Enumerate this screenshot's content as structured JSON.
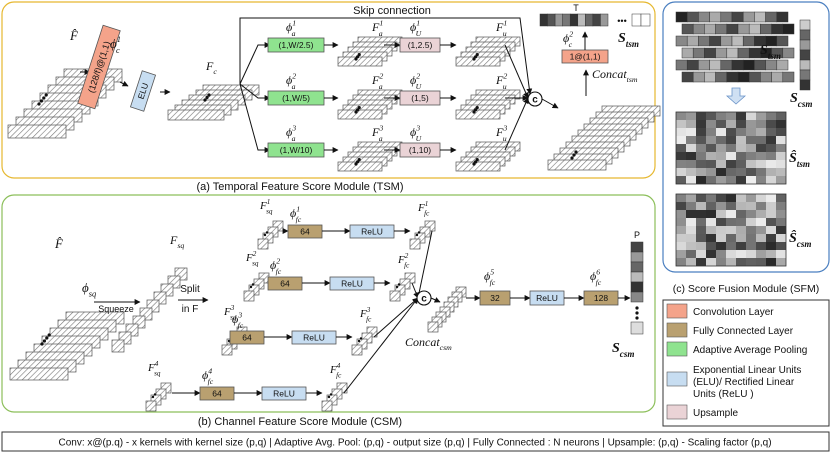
{
  "tsm": {
    "caption": "(a) Temporal Feature Score Module (TSM)",
    "skip_label": "Skip connection",
    "input_label": "F̂",
    "conv_label": "ϕ",
    "conv_sup": "1",
    "conv_sub": "c",
    "conv_box": "(128/f)@(1,1)",
    "elu_box": "ELU",
    "fc_label": "F",
    "fc_sub": "c",
    "branches": [
      {
        "pool_name": "ϕ",
        "pool_sub": "a",
        "pool_sup": "1",
        "pool_box": "(1,W/2.5)",
        "fa_sup": "1",
        "up_sup": "1",
        "up_box": "(1,2.5)",
        "fu_sup": "1"
      },
      {
        "pool_name": "ϕ",
        "pool_sub": "a",
        "pool_sup": "2",
        "pool_box": "(1,W/5)",
        "fa_sup": "2",
        "up_sup": "2",
        "up_box": "(1,5)",
        "fu_sup": "2"
      },
      {
        "pool_name": "ϕ",
        "pool_sub": "a",
        "pool_sup": "3",
        "pool_box": "(1,W/10)",
        "fa_sup": "3",
        "up_sup": "3",
        "up_box": "(1,10)",
        "fu_sup": "3"
      }
    ],
    "fa_label": "F",
    "fa_sub": "a",
    "up_name": "ϕ",
    "up_sub": "U",
    "fu_label": "F",
    "fu_sub": "u",
    "concat_label": "Concat",
    "concat_sub": "tsm",
    "conv2_label": "ϕ",
    "conv2_sup": "2",
    "conv2_sub": "c",
    "conv2_box": "1@(1,1)",
    "out_label": "S",
    "out_sub": "tsm",
    "out_T": "T",
    "concat_symbol": "c",
    "dots": "•••"
  },
  "csm": {
    "caption": "(b) Channel Feature Score Module (CSM)",
    "input_label": "F̂",
    "squeeze_name": "ϕ",
    "squeeze_sub": "sq",
    "squeeze_text": "Squeeze",
    "fsq_label": "F",
    "fsq_sub": "sq",
    "split_line1": "Split",
    "split_line2": "in F",
    "branches": [
      {
        "in_sup": "1",
        "fc_sup": "1",
        "fc_box": "64",
        "act_box": "ReLU",
        "out_sup": "1"
      },
      {
        "in_sup": "2",
        "fc_sup": "2",
        "fc_box": "64",
        "act_box": "ReLU",
        "out_sup": "2"
      },
      {
        "in_sup": "3",
        "fc_sup": "3",
        "fc_box": "64",
        "act_box": "ReLU",
        "out_sup": "3"
      },
      {
        "in_sup": "4",
        "fc_sup": "4",
        "fc_box": "64",
        "act_box": "ReLU",
        "out_sup": "4"
      }
    ],
    "fc_name": "ϕ",
    "fc_sub": "fc",
    "fout_label": "F",
    "fout_sub": "fc",
    "concat_label": "Concat",
    "concat_sub": "csm",
    "fc5_sup": "5",
    "fc5_box": "32",
    "relu5_box": "ReLU",
    "fc6_sup": "6",
    "fc6_box": "128",
    "out_label": "S",
    "out_sub": "csm",
    "out_P": "P",
    "concat_symbol": "c"
  },
  "sfm": {
    "caption": "(c) Score Fusion Module (SFM)",
    "s_tsm": "S",
    "s_tsm_sub": "tsm",
    "s_csm": "S",
    "s_csm_sub": "csm",
    "hat_tsm": "Ŝ",
    "hat_tsm_sub": "tsm",
    "hat_csm": "Ŝ",
    "hat_csm_sub": "csm"
  },
  "legend": [
    {
      "color": "#f4a38a",
      "text": "Convolution Layer"
    },
    {
      "color": "#b9a070",
      "text": "Fully Connected Layer"
    },
    {
      "color": "#8fe38f",
      "text": "Adaptive Average Pooling"
    },
    {
      "color": "#c7ddf1",
      "text": "Exponential Linear Units (ELU)/ Rectified Linear Units (ReLU )"
    },
    {
      "color": "#ead3d6",
      "text": "Upsample"
    }
  ],
  "footer": "Conv: x@(p.q) - x kernels with kernel size (p,q) | Adaptive Avg. Pool: (p,q) - output size (p,q) | Fully Connected : N neurons | Upsample: (p,q) - Scaling factor (p,q)",
  "colors": {
    "conv": "#f4a38a",
    "fc": "#b9a070",
    "pool": "#8fe38f",
    "act": "#c7ddf1",
    "up": "#ead3d6",
    "tsm_border": "#e6b830",
    "csm_border": "#8cbf5a",
    "sfm_border": "#4a7fc0"
  }
}
